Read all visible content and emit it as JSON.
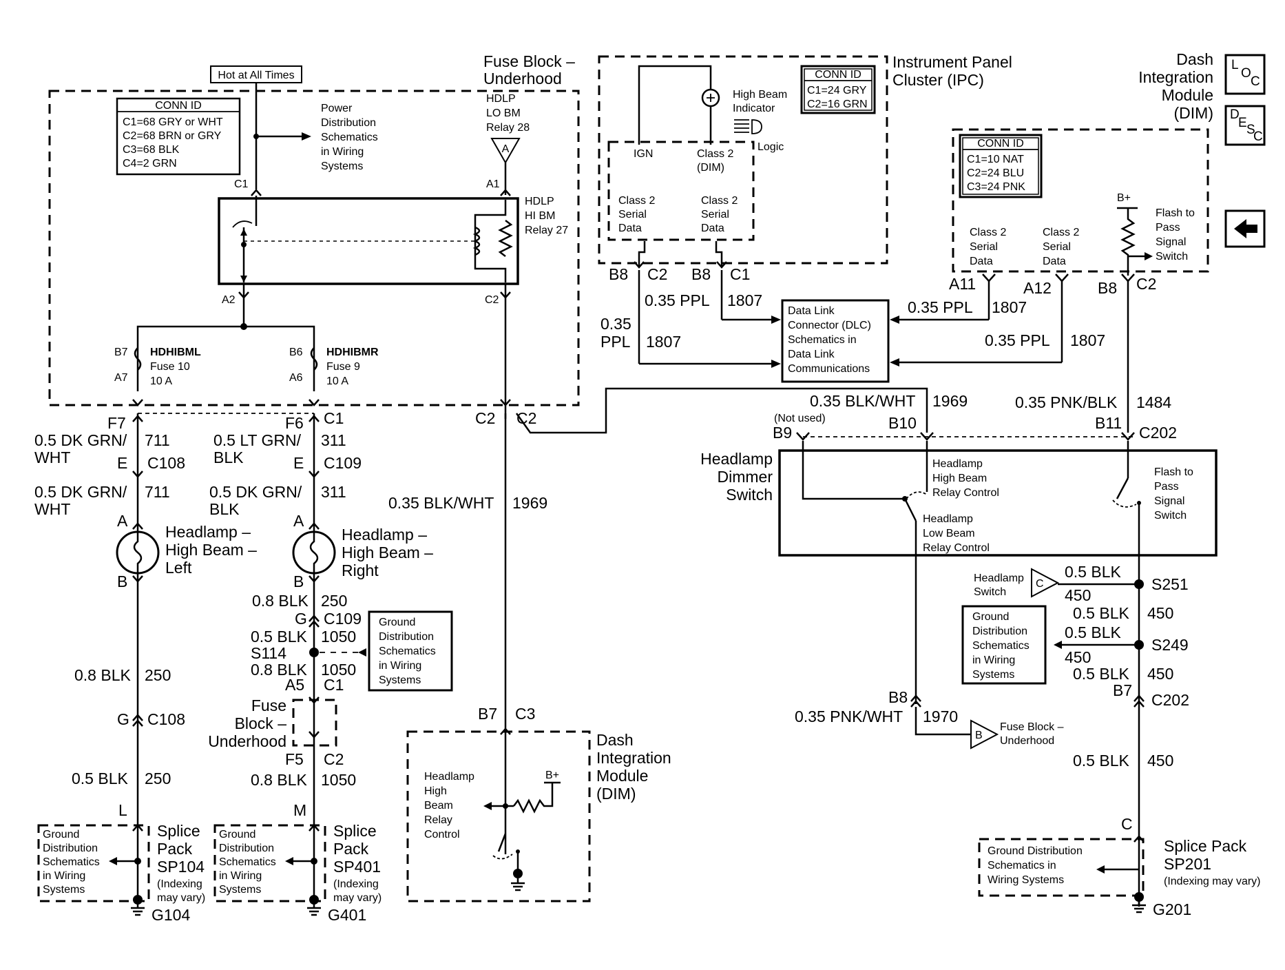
{
  "labels": {
    "hot_at_all_times": "Hot at All Times",
    "fuse_block_title": [
      "Fuse Block –",
      "Underhood"
    ],
    "power_distribution": [
      "Power",
      "Distribution",
      "Schematics",
      "in Wiring",
      "Systems"
    ],
    "conn_id_fb": {
      "title": "CONN ID",
      "rows": [
        "C1=68 GRY or WHT",
        "C2=68 BRN or GRY",
        "C3=68 BLK",
        "C4=2 GRN"
      ]
    },
    "lo_bm_relay": [
      "HDLP",
      "LO BM",
      "Relay 28"
    ],
    "hi_bm_relay": [
      "HDLP",
      "HI BM",
      "Relay 27"
    ],
    "fuse_left": [
      "HDHIBML",
      "Fuse 10",
      "10 A"
    ],
    "fuse_right": [
      "HDHIBMR",
      "Fuse 9",
      "10 A"
    ],
    "ipc_title": [
      "Instrument Panel",
      "Cluster (IPC)"
    ],
    "conn_id_ipc": {
      "title": "CONN ID",
      "rows": [
        "C1=24 GRY",
        "C2=16 GRN"
      ]
    },
    "high_beam_indicator": [
      "High Beam",
      "Indicator"
    ],
    "logic": "Logic",
    "ign": "IGN",
    "class2_dim": [
      "Class 2",
      "(DIM)"
    ],
    "class2_serial": [
      "Class 2",
      "Serial",
      "Data"
    ],
    "dim_title": [
      "Dash",
      "Integration",
      "Module",
      "(DIM)"
    ],
    "conn_id_dim": {
      "title": "CONN ID",
      "rows": [
        "C1=10 NAT",
        "C2=24 BLU",
        "C3=24 PNK"
      ]
    },
    "b_plus": "B+",
    "flash_to_pass": [
      "Flash to",
      "Pass",
      "Signal",
      "Switch"
    ],
    "dlc": [
      "Data Link",
      "Connector (DLC)",
      "Schematics in",
      "Data Link",
      "Communications"
    ],
    "not_used": "(Not used)",
    "headlamp_dimmer_switch": [
      "Headlamp",
      "Dimmer",
      "Switch"
    ],
    "high_beam_relay_control": [
      "Headlamp",
      "High Beam",
      "Relay Control"
    ],
    "low_beam_relay_control": [
      "Headlamp",
      "Low Beam",
      "Relay Control"
    ],
    "headlamp_left": [
      "Headlamp –",
      "High Beam –",
      "Left"
    ],
    "headlamp_right": [
      "Headlamp –",
      "High Beam –",
      "Right"
    ],
    "ground_distribution": [
      "Ground",
      "Distribution",
      "Schematics",
      "in Wiring",
      "Systems"
    ],
    "fuse_block_small": [
      "Fuse",
      "Block –",
      "Underhood"
    ],
    "headlamp_switch": [
      "Headlamp",
      "Switch"
    ],
    "fuse_block_underhood_b": [
      "Fuse Block –",
      "Underhood"
    ],
    "dim_lower_title": [
      "Dash",
      "Integration",
      "Module",
      "(DIM)"
    ],
    "headlamp_high_beam_relay_control_dim": [
      "Headlamp",
      "High",
      "Beam",
      "Relay",
      "Control"
    ],
    "splice_sp104": [
      "Splice",
      "Pack",
      "SP104",
      "(Indexing",
      "may vary)"
    ],
    "splice_sp401": [
      "Splice",
      "Pack",
      "SP401",
      "(Indexing",
      "may vary)"
    ],
    "splice_sp201": [
      "Splice Pack",
      "SP201",
      "(Indexing may vary)"
    ],
    "ground_dist_sp201": [
      "Ground Distribution",
      "Schematics in",
      "Wiring Systems"
    ],
    "g104": "G104",
    "g401": "G401",
    "g201": "G201",
    "loc_icon": "LOC",
    "desc_icon": "DESC",
    "back_icon": "back-arrow"
  },
  "connectors": {
    "c1": "C1",
    "a1": "A1",
    "a2": "A2",
    "c2": "C2",
    "b7": "B7",
    "a7": "A7",
    "b6": "B6",
    "a6": "A6",
    "f7": "F7",
    "f6": "F6",
    "e": "E",
    "c108": "C108",
    "c109": "C109",
    "a": "A",
    "b": "B",
    "g": "G",
    "s114": "S114",
    "a5": "A5",
    "f5": "F5",
    "l": "L",
    "m": "M",
    "b8": "B8",
    "b3": "B7",
    "c3": "C3",
    "a11": "A11",
    "a12": "A12",
    "b9": "B9",
    "b10": "B10",
    "b11": "B11",
    "c202": "C202",
    "s251": "S251",
    "s249": "S249",
    "c": "C",
    "ta": "A",
    "tb": "B",
    "tc": "C"
  },
  "wires": {
    "w711_a": [
      "0.5 DK GRN/",
      "WHT"
    ],
    "c711": "711",
    "w311_a": [
      "0.5 LT GRN/",
      "BLK"
    ],
    "c311": "311",
    "w711_b": [
      "0.5 DK GRN/",
      "WHT"
    ],
    "w311_b": [
      "0.5 DK GRN/",
      "BLK"
    ],
    "blk08": "0.8 BLK",
    "c250": "250",
    "blk05": "0.5 BLK",
    "c1050": "1050",
    "bw1969": "0.35 BLK/WHT",
    "c1969": "1969",
    "ppl035": "0.35 PPL",
    "ppl_split": [
      "0.35",
      "PPL"
    ],
    "c1807": "1807",
    "pnkblk": "0.35 PNK/BLK",
    "c1484": "1484",
    "c450": "450",
    "pnkwht": "0.35 PNK/WHT",
    "c1970": "1970"
  }
}
